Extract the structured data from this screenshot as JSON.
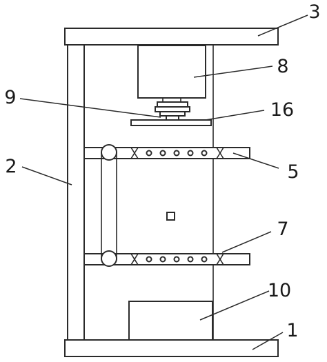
{
  "labels": {
    "l1": "1",
    "l2": "2",
    "l3": "3",
    "l5": "5",
    "l7": "7",
    "l8": "8",
    "l9": "9",
    "l10": "10",
    "l16": "16"
  },
  "colors": {
    "line": "#2a2a2a",
    "background": "#ffffff"
  }
}
